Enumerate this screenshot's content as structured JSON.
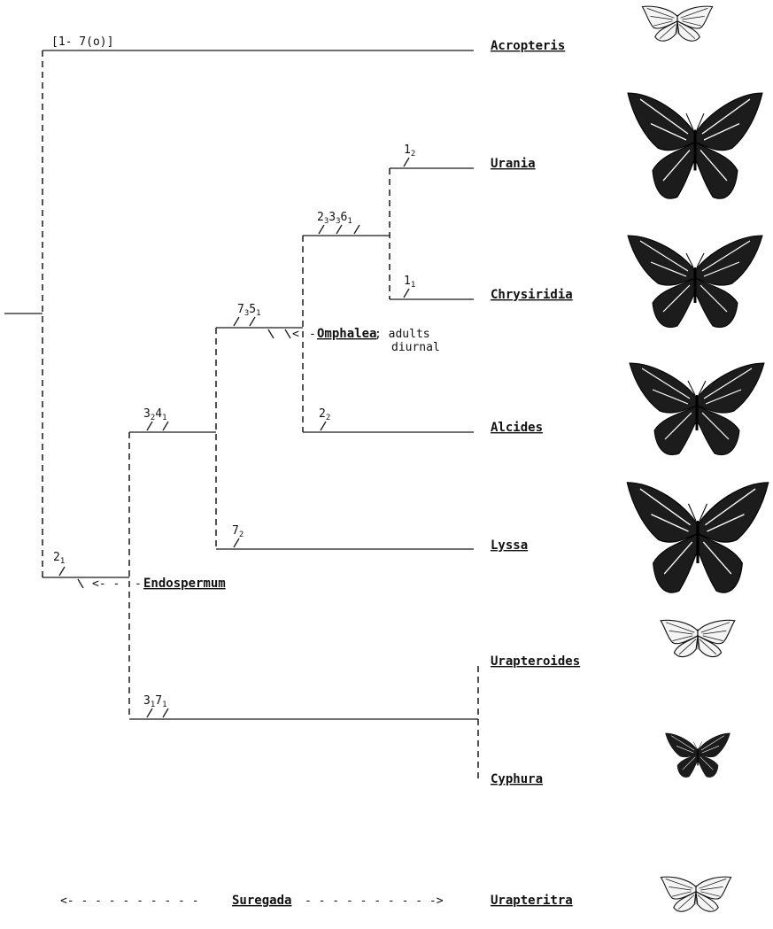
{
  "taxa": {
    "acropteris": "Acropteris",
    "urania": "Urania",
    "chrysiridia": "Chrysiridia",
    "alcides": "Alcides",
    "lyssa": "Lyssa",
    "urapteroides": "Urapteroides",
    "cyphura": "Cyphura",
    "urapteritra": "Urapteritra"
  },
  "hostplants": {
    "omphalea_name": "Omphalea",
    "omphalea_note": "; adults",
    "omphalea_note2": "diurnal",
    "endospermum": "Endospermum",
    "suregada": "Suregada"
  },
  "characters": {
    "acropteris": "[1- 7(o)]",
    "node_2_1": [
      "2",
      "1"
    ],
    "node_3_2_4_1": [
      "3",
      "2",
      "4",
      "1"
    ],
    "node_7_3_5_1": [
      "7",
      "3",
      "5",
      "1"
    ],
    "node_2_3_3_3_6_1": [
      "2",
      "3",
      "3",
      "3",
      "6",
      "1"
    ],
    "urania_1_2": [
      "1",
      "2"
    ],
    "chrysiridia_1_1": [
      "1",
      "1"
    ],
    "alcides_2_2": [
      "2",
      "2"
    ],
    "lyssa_7_2": [
      "7",
      "2"
    ],
    "node_3_1_7_1": [
      "3",
      "1",
      "7",
      "1"
    ]
  },
  "arrows": {
    "suregada_left": "<- - - - - - - - - -",
    "suregada_right": "- - - - - - - - - ->",
    "endospermum_arrow": "<- -",
    "omphalea_arrow": "<"
  },
  "butterflies": {
    "acropteris": "butterfly-light-small",
    "urania": "butterfly-dark-swallowtail",
    "chrysiridia": "butterfly-dark-banded",
    "alcides": "butterfly-dark-banded",
    "lyssa": "butterfly-dark-large",
    "urapteroides": "butterfly-light-small",
    "cyphura": "butterfly-dark-small",
    "urapteritra": "butterfly-light-small"
  }
}
